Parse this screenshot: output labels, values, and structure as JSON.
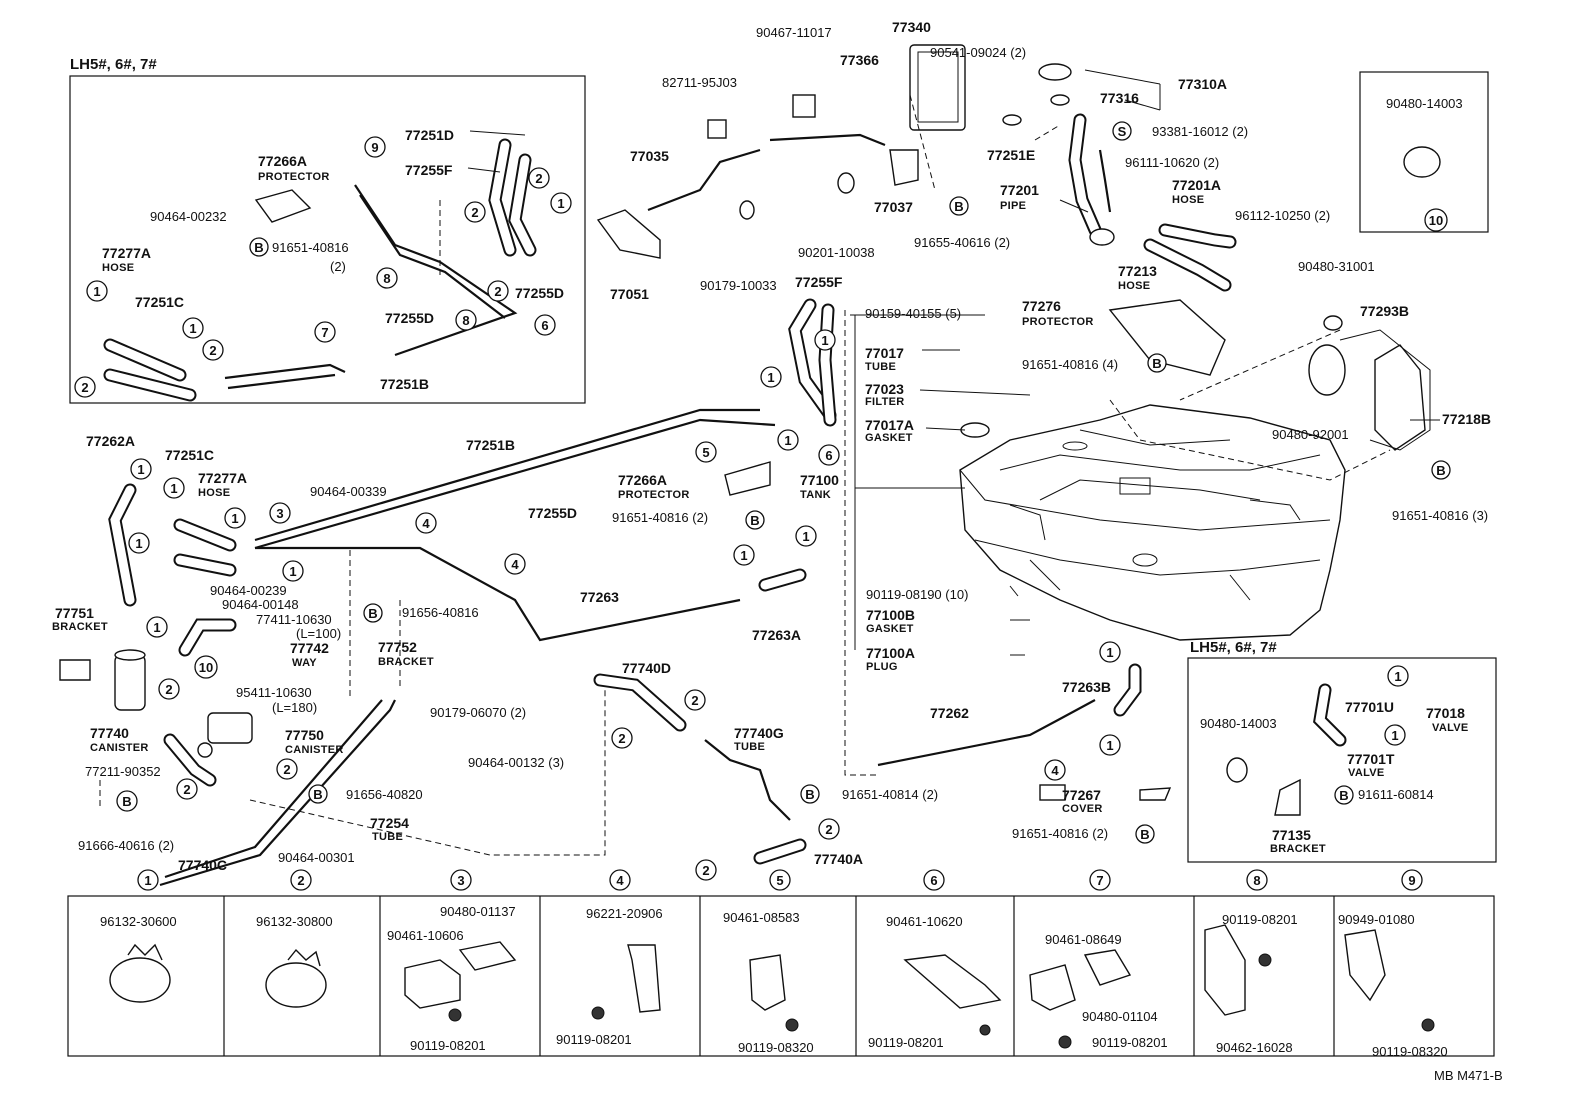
{
  "labels": {
    "lh_top": "LH5#, 6#, 7#",
    "lh_right": "LH5#, 6#, 7#",
    "p77251D_in": "77251D",
    "p77255F_in": "77255F",
    "p77266A_in": "77266A",
    "protector": "PROTECTOR",
    "p90464_00232": "90464-00232",
    "p91651_40816_in": "91651-40816",
    "qty2": "(2)",
    "p77277A_in": "77277A",
    "hose": "HOSE",
    "p77251C_in": "77251C",
    "p77255D_in_r": "77255D",
    "p77255D_in": "77255D",
    "p77251B_in": "77251B",
    "p90467_11017": "90467-11017",
    "p77340": "77340",
    "p77366": "77366",
    "p90541_09024": "90541-09024 (2)",
    "p82711_95J03": "82711-95J03",
    "p77316": "77316",
    "p77310A": "77310A",
    "p93381_16012": "93381-16012 (2)",
    "p77035": "77035",
    "p77251E": "77251E",
    "p96111_10620": "96111-10620 (2)",
    "p77201": "77201",
    "pipe": "PIPE",
    "p77201A": "77201A",
    "p96112_10250": "96112-10250 (2)",
    "p77037": "77037",
    "p91655_40616": "91655-40616 (2)",
    "p90201_10038": "90201-10038",
    "p77051": "77051",
    "p90179_10033": "90179-10033",
    "p77213": "77213",
    "p77255F": "77255F",
    "p90159_40155": "90159-40155 (5)",
    "p77276": "77276",
    "p77017": "77017",
    "tube": "TUBE",
    "p91651_40816_4": "91651-40816 (4)",
    "p77023": "77023",
    "filter": "FILTER",
    "p77017A": "77017A",
    "gasket": "GASKET",
    "p90480_14003": "90480-14003",
    "p90480_31001": "90480-31001",
    "p77293B": "77293B",
    "p77218B": "77218B",
    "p90480_92001": "90480-92001",
    "p91651_40816_3": "91651-40816 (3)",
    "p77262A": "77262A",
    "p77251C": "77251C",
    "p77277A": "77277A",
    "p77251B": "77251B",
    "p77266A": "77266A",
    "p91651_40816_2a": "91651-40816 (2)",
    "p77100": "77100",
    "tank": "TANK",
    "p77255D": "77255D",
    "p90464_00339": "90464-00339",
    "p90464_00239": "90464-00239",
    "p90464_00148": "90464-00148",
    "p77751": "77751",
    "bracket": "BRACKET",
    "p77411_10630": "77411-10630",
    "l100": "(L=100)",
    "p77742": "77742",
    "way": "WAY",
    "p91656_40816": "91656-40816",
    "p77752": "77752",
    "p77263": "77263",
    "p77263A": "77263A",
    "p90119_08190": "90119-08190 (10)",
    "p77100B": "77100B",
    "p77100A": "77100A",
    "plug": "PLUG",
    "p95411_10630": "95411-10630",
    "l180": "(L=180)",
    "p90179_06070": "90179-06070 (2)",
    "p77740D": "77740D",
    "p77740": "77740",
    "canister": "CANISTER",
    "p77750": "77750",
    "p77263B": "77263B",
    "p77262": "77262",
    "p77740G": "77740G",
    "p90464_00132": "90464-00132 (3)",
    "p77211_90352": "77211-90352",
    "p91651_40814": "91651-40814 (2)",
    "p91656_40820": "91656-40820",
    "p77267": "77267",
    "cover": "COVER",
    "p91651_40816_2b": "91651-40816 (2)",
    "p77254": "77254",
    "p91666_40616": "91666-40616 (2)",
    "p77740C": "77740C",
    "p90464_00301": "90464-00301",
    "p77740A": "77740A",
    "p90480_14003_r": "90480-14003",
    "p77701U": "77701U",
    "p77018": "77018",
    "valve": "VALVE",
    "p77701T": "77701T",
    "p91611_60814": "91611-60814",
    "p77135": "77135",
    "p96132_30600": "96132-30600",
    "p96132_30800": "96132-30800",
    "p90480_01137": "90480-01137",
    "p90461_10606": "90461-10606",
    "p90119_08201_3": "90119-08201",
    "p96221_20906": "96221-20906",
    "p90119_08201_4": "90119-08201",
    "p90461_08583": "90461-08583",
    "p90119_08320_5": "90119-08320",
    "p90461_10620": "90461-10620",
    "p90119_08201_6": "90119-08201",
    "p90461_08649": "90461-08649",
    "p90480_01104": "90480-01104",
    "p90119_08201_7": "90119-08201",
    "p90119_08201_8": "90119-08201",
    "p90462_16028": "90462-16028",
    "p90949_01080": "90949-01080",
    "p90119_08320_9": "90119-08320",
    "footer": "MB  M471-B"
  },
  "symbols": {
    "n1": "1",
    "n2": "2",
    "n3": "3",
    "n4": "4",
    "n5": "5",
    "n6": "6",
    "n7": "7",
    "n8": "8",
    "n9": "9",
    "n10": "10",
    "b": "B",
    "s": "S"
  }
}
